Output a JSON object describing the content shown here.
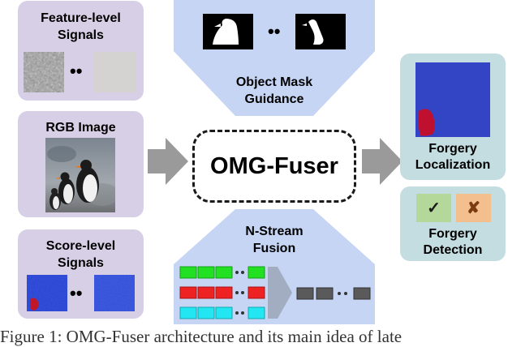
{
  "left_panels": {
    "feature": {
      "title_line1": "Feature-level",
      "title_line2": "Signals"
    },
    "rgb": {
      "title": "RGB Image"
    },
    "score": {
      "title_line1": "Score-level",
      "title_line2": "Signals"
    }
  },
  "center": {
    "top_label_line1": "Object Mask",
    "top_label_line2": "Guidance",
    "fuser_label": "OMG-Fuser",
    "bottom_label_line1": "N-Stream",
    "bottom_label_line2": "Fusion"
  },
  "right_panels": {
    "localization": {
      "line1": "Forgery",
      "line2": "Localization"
    },
    "detection": {
      "line1": "Forgery",
      "line2": "Detection",
      "check": "✓",
      "cross": "✘"
    }
  },
  "dots": "••",
  "caption": "Figure 1: OMG-Fuser architecture and its main idea of late"
}
